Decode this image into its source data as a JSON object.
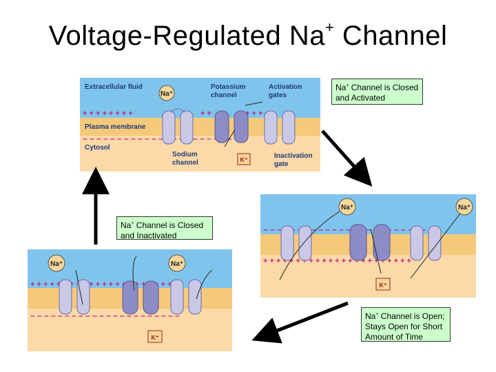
{
  "title": {
    "main": "Voltage-Regulated Na",
    "superscript": "+",
    "suffix": " Channel"
  },
  "top_panel": {
    "labels": {
      "extracellular": "Extracellular fluid",
      "potassium": "Potassium channel",
      "potassium_line1": "Potassium",
      "potassium_line2": "channel",
      "activation_line1": "Activation",
      "activation_line2": "gates",
      "plasma": "Plasma membrane",
      "cytosol": "Cytosol",
      "sodium_line1": "Sodium",
      "sodium_line2": "channel",
      "inactivation_line1": "Inactivation",
      "inactivation_line2": "gate"
    },
    "ion_na": "Na⁺",
    "ion_k": "K⁺"
  },
  "right_panel": {
    "ion_na": "Na⁺",
    "ion_k": "K⁺"
  },
  "left_panel": {
    "ion_na": "Na⁺",
    "ion_k": "K⁺"
  },
  "notes": {
    "closed_activated": {
      "na": "Na",
      "sup": "+",
      "text": " Channel is Closed and Activated"
    },
    "closed_inactivated": {
      "na": "Na",
      "sup": "+",
      "text": " Channel is Closed and Inactivated"
    },
    "open": {
      "na": "Na",
      "sup": "+",
      "text": " Channel is Open; Stays Open for Short Amount of Time"
    }
  },
  "colors": {
    "extracellular": "#7fc4ec",
    "membrane": "#f5c97a",
    "cytosol": "#fbd9a8",
    "channel": "#c9c8e6",
    "channel_dark": "#8e8cc6",
    "ion_fill": "#f6d79a",
    "plus_sign": "#c0207a",
    "minus_sign": "#c0207a"
  }
}
